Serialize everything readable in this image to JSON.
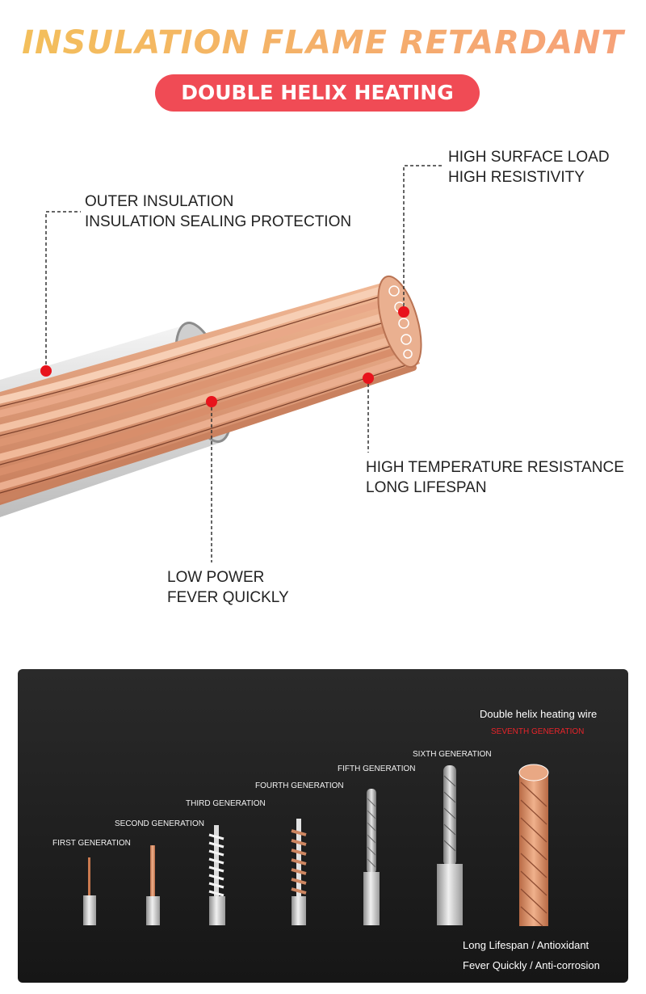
{
  "header": {
    "title": "INSULATION FLAME RETARDANT",
    "subtitle": "DOUBLE HELIX HEATING WIRE"
  },
  "callouts": {
    "outer": {
      "line1": "OUTER INSULATION",
      "line2": "INSULATION SEALING PROTECTION"
    },
    "surface": {
      "line1": "HIGH SURFACE LOAD",
      "line2": "HIGH RESISTIVITY"
    },
    "temperature": {
      "line1": "HIGH TEMPERATURE RESISTANCE",
      "line2": "LONG LIFESPAN"
    },
    "power": {
      "line1": "LOW POWER",
      "line2": "FEVER QUICKLY"
    }
  },
  "generations": {
    "product_name": "Double helix heating wire",
    "labels": [
      "FIRST GENERATION",
      "SECOND GENERATION",
      "THIRD GENERATION",
      "FOURTH GENERATION",
      "FIFTH GENERATION",
      "SIXTH GENERATION",
      "SEVENTH GENERATION"
    ],
    "features": {
      "row1_a": "Long Lifespan",
      "row1_sep": "/",
      "row1_b": "Antioxidant",
      "row2_a": "Fever Quickly",
      "row2_sep": "/",
      "row2_b": "Anti-corrosion"
    }
  },
  "colors": {
    "title_gradient_start": "#f3c05a",
    "title_gradient_end": "#f6a07a",
    "pill": "#f04b55",
    "marker": "#e8131c",
    "copper": "#e7a27e",
    "panel": "#1c1c1c",
    "seventh_generation_label": "#e8242a"
  }
}
